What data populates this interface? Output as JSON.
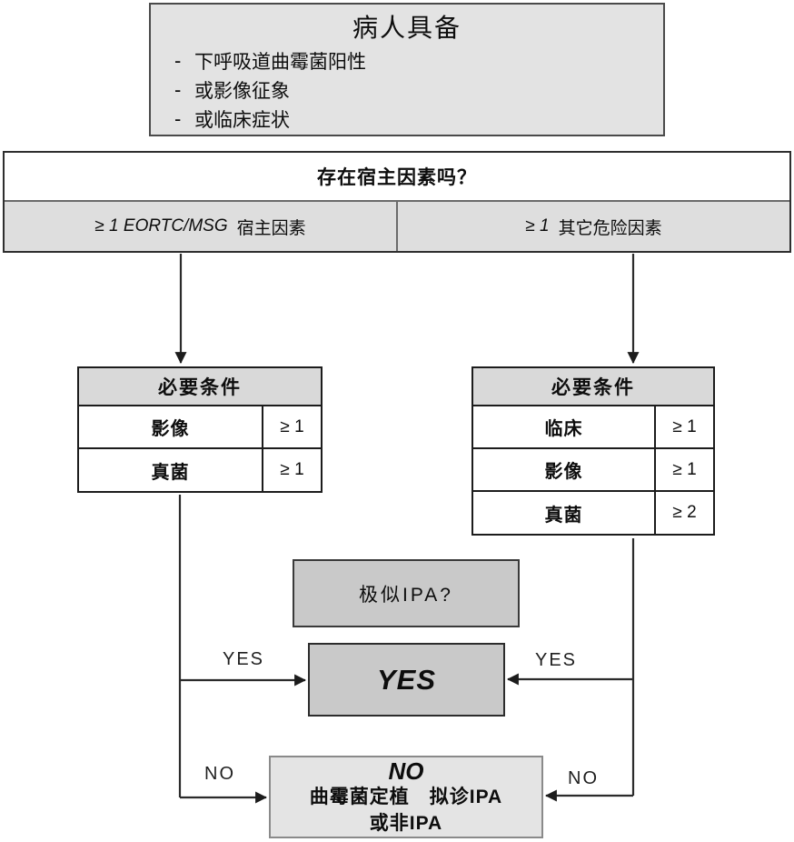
{
  "patient_box": {
    "title": "病人具备",
    "bullet_marker": "-",
    "bullets": [
      "下呼吸道曲霉菌阳性",
      "或影像征象",
      "或临床症状"
    ]
  },
  "host_box": {
    "question": "存在宿主因素吗？",
    "left_cell": {
      "criteria": "≥ 1 EORTC/MSG",
      "label": "宿主因素"
    },
    "right_cell": {
      "criteria": "≥ 1",
      "label": "其它危险因素"
    }
  },
  "left_table": {
    "header": "必要条件",
    "rows": [
      {
        "label": "影像",
        "value": "≥ 1"
      },
      {
        "label": "真菌",
        "value": "≥ 1"
      }
    ]
  },
  "right_table": {
    "header": "必要条件",
    "rows": [
      {
        "label": "临床",
        "value": "≥ 1"
      },
      {
        "label": "影像",
        "value": "≥ 1"
      },
      {
        "label": "真菌",
        "value": "≥ 2"
      }
    ]
  },
  "likely_box": {
    "label": "极似IPA?"
  },
  "yes_box": {
    "label": "YES"
  },
  "no_box": {
    "title": "NO",
    "line1": "曲霉菌定植　拟诊IPA",
    "line2": "或非IPA"
  },
  "edge_labels": {
    "left_yes": "YES",
    "right_yes": "YES",
    "left_no": "NO",
    "right_no": "NO"
  },
  "colors": {
    "box_gray": "#e3e3e3",
    "cell_gray": "#dedede",
    "header_gray": "#d9d9d9",
    "mid_gray": "#c9c9c9",
    "no_gray": "#e4e4e4",
    "line": "#2b2b2b"
  }
}
